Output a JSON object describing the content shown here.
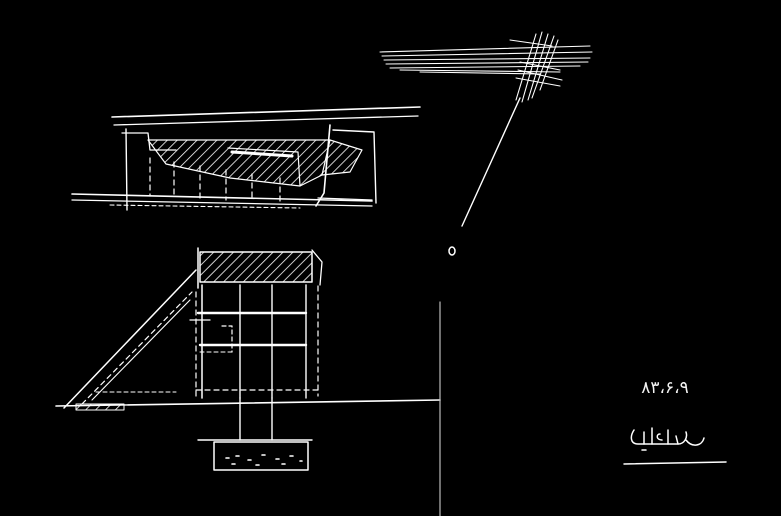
{
  "canvas": {
    "background": "#000000",
    "line_color": "#ffffff"
  },
  "annotation": {
    "date": "۸۳،۶،۹"
  },
  "signature": {
    "kind": "handwritten-signature",
    "text": "سیاوش"
  }
}
